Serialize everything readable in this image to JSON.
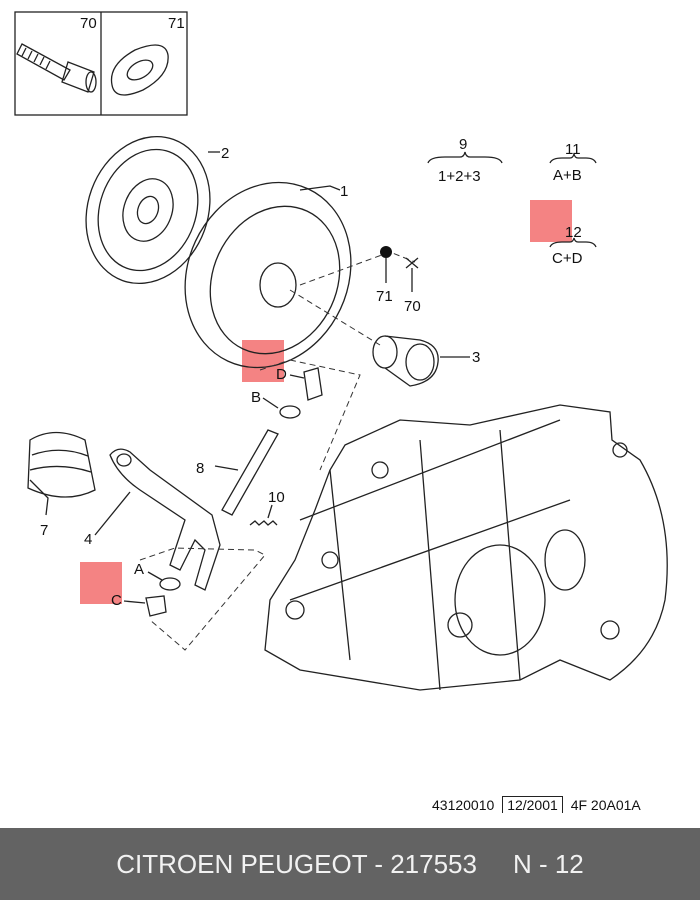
{
  "callouts": {
    "bolt": "70",
    "washer": "71",
    "clutch_disc": "2",
    "pressure_plate": "1",
    "kit_9": "9",
    "kit_9_contents": "1+2+3",
    "kit_11": "11",
    "kit_11_contents": "A+B",
    "kit_12": "12",
    "kit_12_contents": "C+D",
    "washer_ref": "71",
    "bolt_ref": "70",
    "release_bearing": "3",
    "D": "D",
    "B": "B",
    "shaft": "8",
    "spring": "10",
    "boot": "7",
    "fork": "4",
    "A": "A",
    "C": "C"
  },
  "reference": {
    "code": "43120010",
    "date": "12/2001",
    "sheet": "4F 20A01A"
  },
  "footer": {
    "title": "CITROEN PEUGEOT - 217553",
    "page": "N - 12"
  },
  "colors": {
    "highlight": "#f05a5a",
    "footer_bg": "#636363"
  }
}
